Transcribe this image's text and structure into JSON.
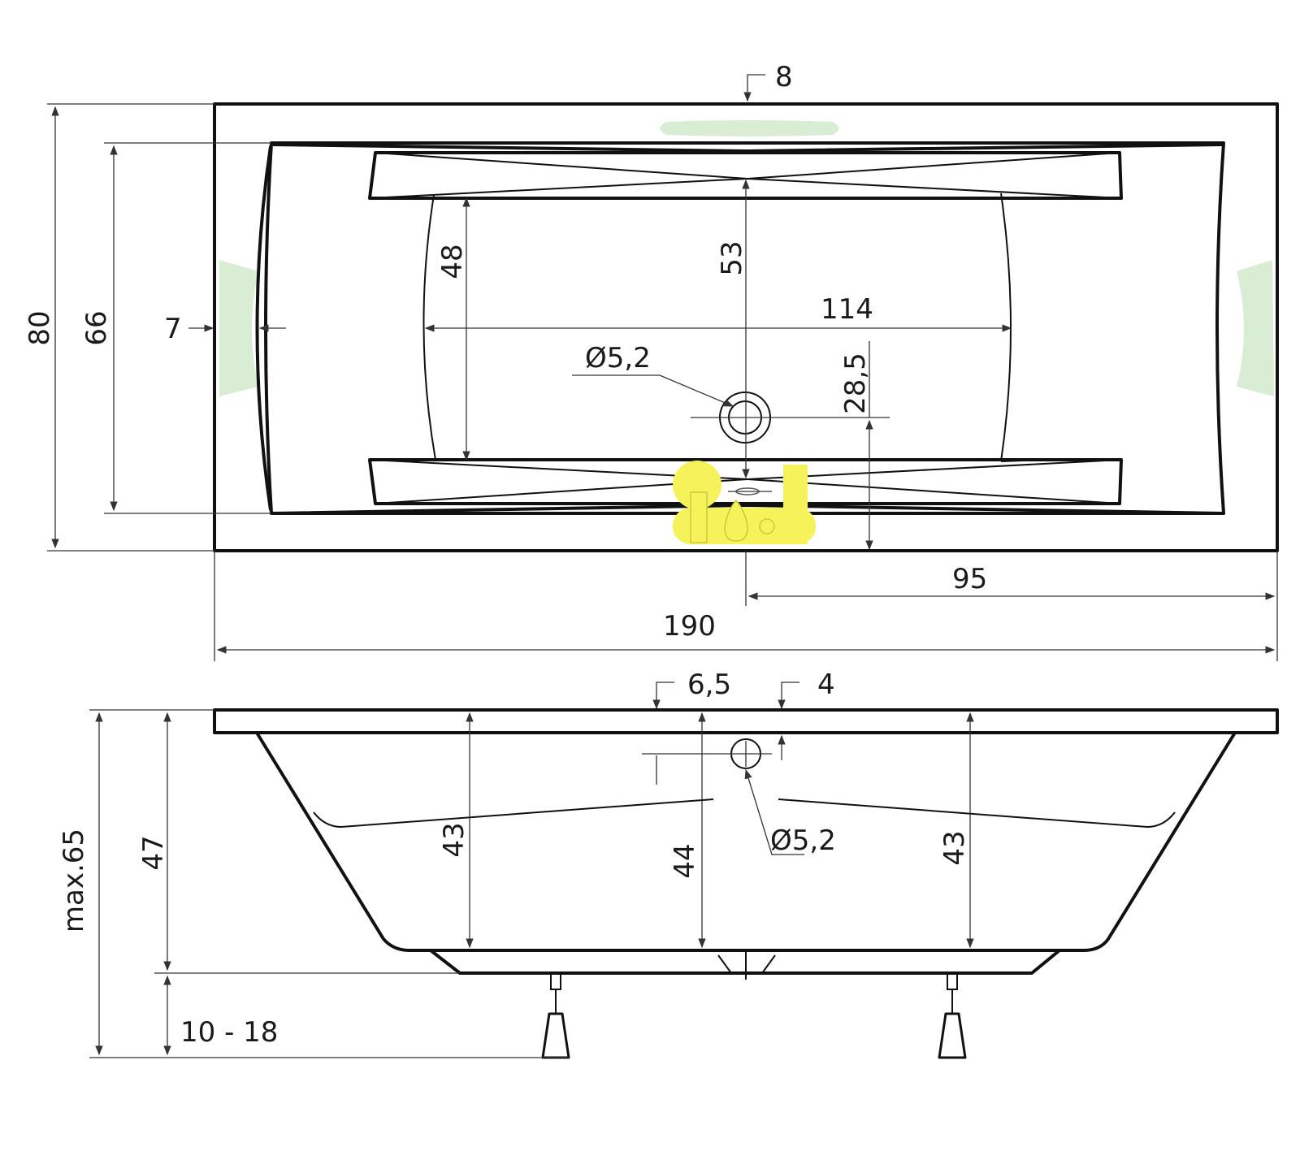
{
  "colors": {
    "ink": "#111111",
    "headrest": "#d9ecd4",
    "faucet": "#f5f25a"
  },
  "top_view": {
    "overflow_offset": "8",
    "total_width": "80",
    "inner_width": "66",
    "rim_side": "7",
    "inner_flat_width": "48",
    "center_depth": "53",
    "inner_flat_length": "114",
    "drain_diameter": "Ø5,2",
    "drain_position": "28,5",
    "half_length": "95",
    "total_length": "190"
  },
  "side_view": {
    "rim_thickness_left": "6,5",
    "rim_thickness_right": "4",
    "depth_left": "43",
    "depth_center": "44",
    "depth_right": "43",
    "overflow_diameter": "Ø5,2",
    "body_height": "47",
    "max_height": "max.65",
    "feet_range": "10 - 18"
  }
}
